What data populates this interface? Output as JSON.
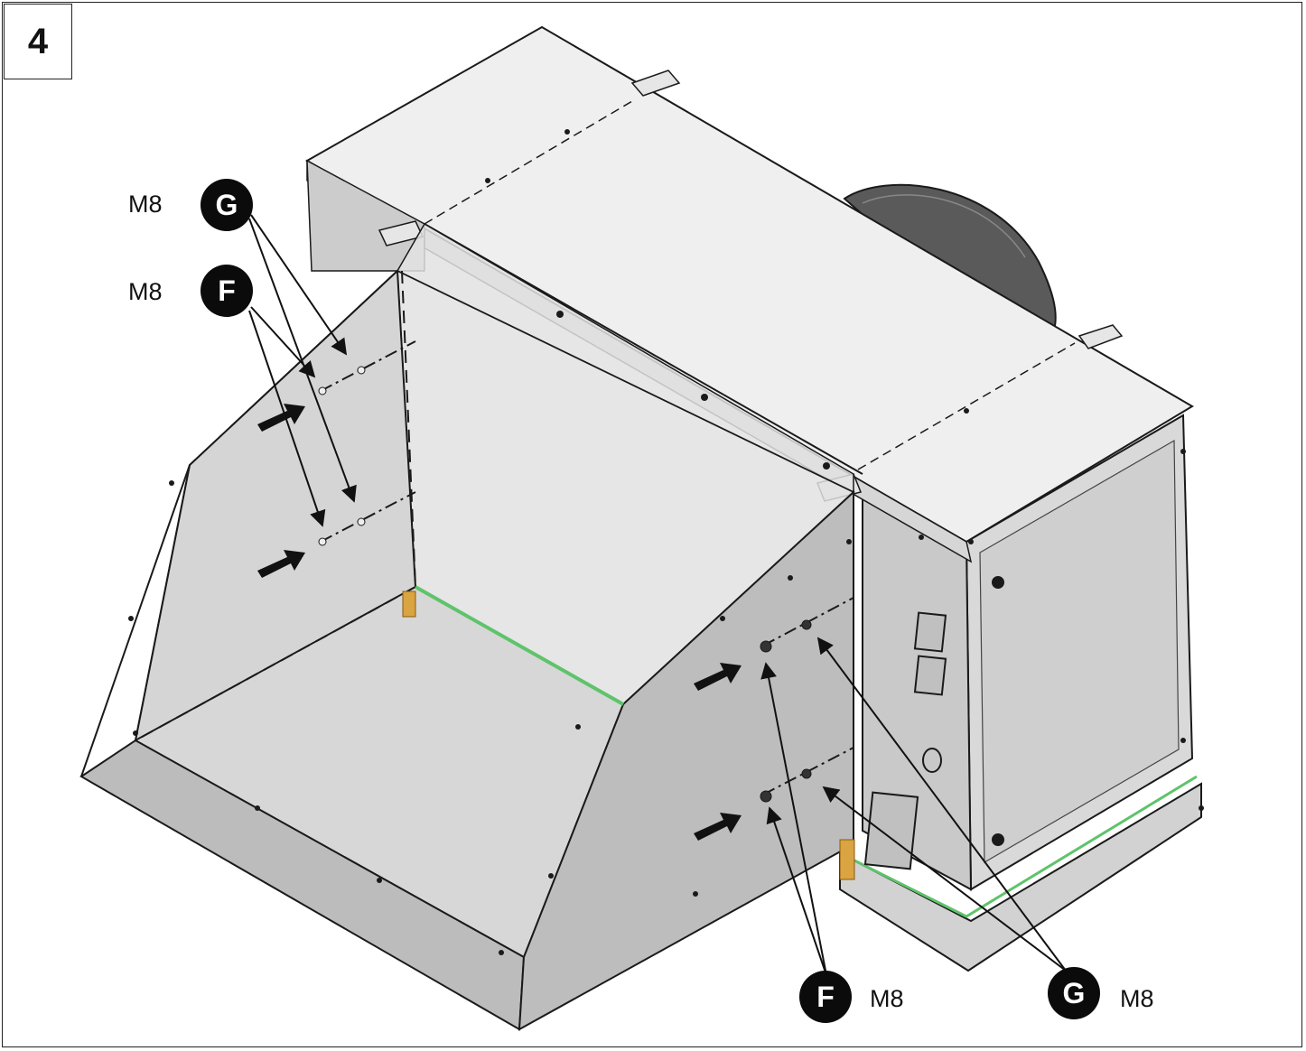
{
  "step": {
    "number": "4"
  },
  "callouts": [
    {
      "letter": "G",
      "size": "M8"
    },
    {
      "letter": "F",
      "size": "M8"
    },
    {
      "letter": "F",
      "size": "M8"
    },
    {
      "letter": "G",
      "size": "M8"
    }
  ],
  "colors": {
    "sheet_metal_light": "#ededed",
    "sheet_metal_mid": "#d8d8d8",
    "sheet_metal_dark": "#b8b8b8",
    "outline": "#1a1a1a",
    "seal_green": "#5fc36b",
    "connector_gold": "#d9a441",
    "badge_fill": "#0b0b0b"
  }
}
